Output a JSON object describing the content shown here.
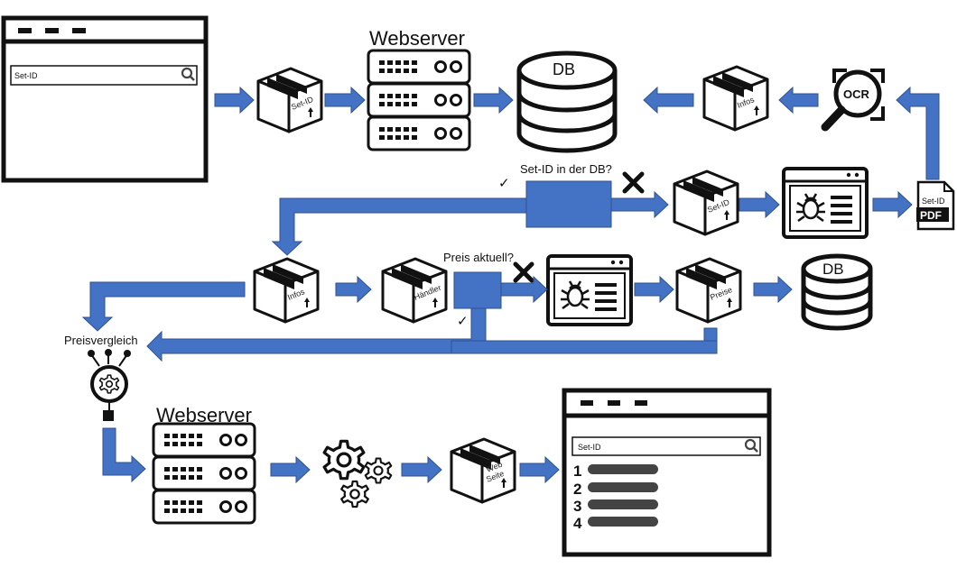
{
  "browser_top": {
    "search_placeholder": "Set-ID"
  },
  "browser_bottom": {
    "search_placeholder": "Set-ID",
    "result_numbers": [
      "1",
      "2",
      "3",
      "4"
    ]
  },
  "webserver_top": {
    "label": "Webserver"
  },
  "webserver_bottom": {
    "label": "Webserver"
  },
  "db_top": {
    "label": "DB"
  },
  "db_bottom": {
    "label": "DB"
  },
  "ocr_icon": {
    "label": "OCR"
  },
  "pdf_file": {
    "label": "Set-ID",
    "badge": "PDF"
  },
  "decision_setid": {
    "question": "Set-ID in der DB?",
    "yes_mark": "✓"
  },
  "decision_price": {
    "question": "Preis aktuell?",
    "yes_mark": "✓"
  },
  "compare_node": {
    "label": "Preisvergleich"
  },
  "packages": {
    "setid_1": "Set-ID",
    "infos_1": "Infos",
    "setid_2": "Set-ID",
    "infos_2": "Infos",
    "haendler": "Händler",
    "preise": "Preise",
    "webseite_line1": "Web",
    "webseite_line2": "Seite"
  },
  "colors": {
    "arrow": "#4472c4",
    "outline": "#111111",
    "decision": "#4472c4"
  }
}
